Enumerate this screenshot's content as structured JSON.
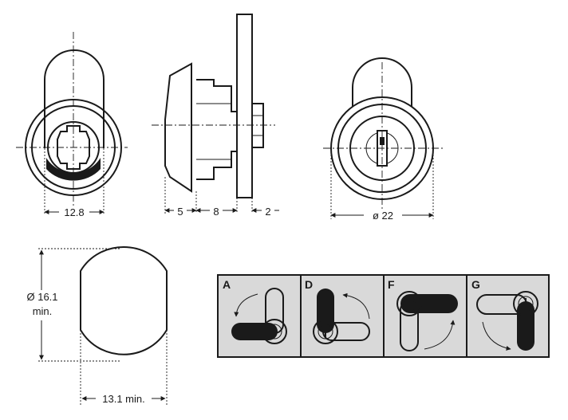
{
  "dimensions": {
    "front_width": "12.8",
    "side_bezel": "5",
    "side_body": "8",
    "side_cam": "2",
    "rear_diameter": "ø 22",
    "cutout_diameter_line1": "Ø 16.1",
    "cutout_diameter_line2": "min.",
    "cutout_width": "13.1 min."
  },
  "panels": [
    {
      "label": "A"
    },
    {
      "label": "D"
    },
    {
      "label": "F"
    },
    {
      "label": "G"
    }
  ],
  "colors": {
    "ink": "#1a1a1a",
    "panel_fill": "#d9d9d9",
    "paper": "#ffffff"
  }
}
